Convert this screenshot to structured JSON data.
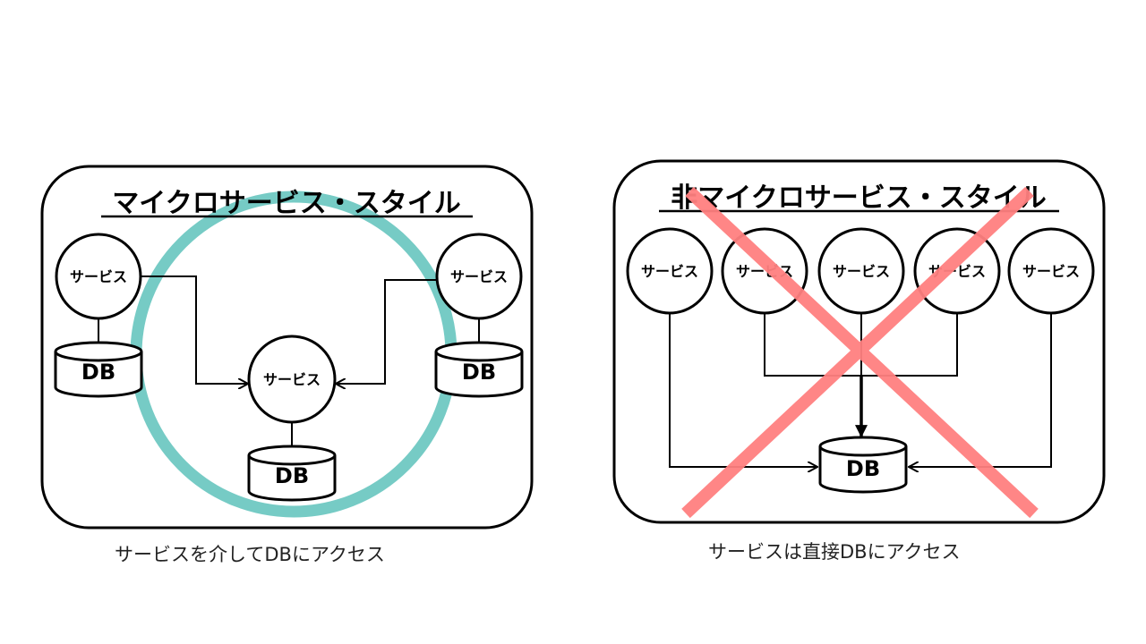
{
  "colors": {
    "line": "#000000",
    "ring": "#76CBC5",
    "cross": "#FF8080",
    "background": "#FFFFFF"
  },
  "panels": {
    "left": {
      "title": "マイクロサービス・スタイル",
      "caption": "サービスを介してDBにアクセス",
      "services": [
        {
          "label": "サービス",
          "db_label": "DB"
        },
        {
          "label": "サービス",
          "db_label": "DB"
        },
        {
          "label": "サービス",
          "db_label": "DB"
        }
      ]
    },
    "right": {
      "title": "非マイクロサービス・スタイル",
      "caption": "サービスは直接DBにアクセス",
      "services": [
        {
          "label": "サービス"
        },
        {
          "label": "サービス"
        },
        {
          "label": "サービス"
        },
        {
          "label": "サービス"
        },
        {
          "label": "サービス"
        }
      ],
      "db_label": "DB"
    }
  }
}
